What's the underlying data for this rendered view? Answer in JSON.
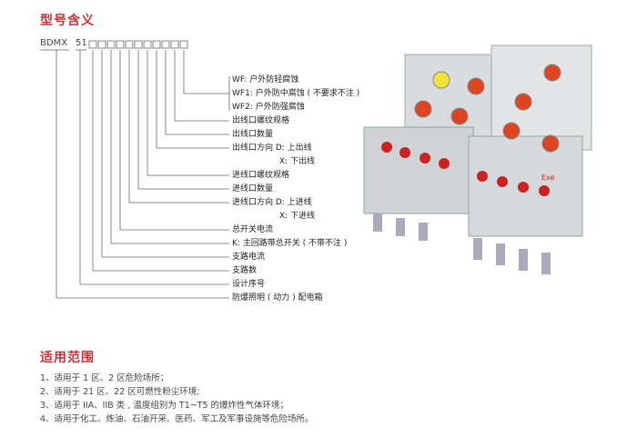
{
  "model": {
    "title": "型号含义",
    "prefix": "BDMX",
    "series": "51",
    "labels": [
      "WF: 户外防轻腐蚀",
      "WF1: 户外防中腐蚀 ( 不要求不注 )",
      "WF2: 户外防强腐蚀",
      "出线口螺纹规格",
      "出线口数量",
      "出线口方向 D: 上出线",
      "X: 下出线",
      "进线口螺纹规格",
      "进线口数量",
      "进线口方向 D: 上进线",
      "X: 下进线",
      "总开关电流",
      "K: 主回路带总开关 ( 不带不注 )",
      "支路电流",
      "支路数",
      "设计序号",
      "防爆照明 ( 动力 ) 配电箱"
    ]
  },
  "product": {
    "marking": "Exe"
  },
  "scope": {
    "title": "适用范围",
    "items": [
      "1、适用于 1 区、2 区危险场所；",
      "2、适用于 21 区、22 区可燃性粉尘环境;",
      "3、适用于 IIA、IIB 类 , 温度组别为 T1~T5 的爆炸性气体环境；",
      "4、适用于化工、炼油、石油开采、医药、军工及军事设施等危险场所。"
    ]
  }
}
